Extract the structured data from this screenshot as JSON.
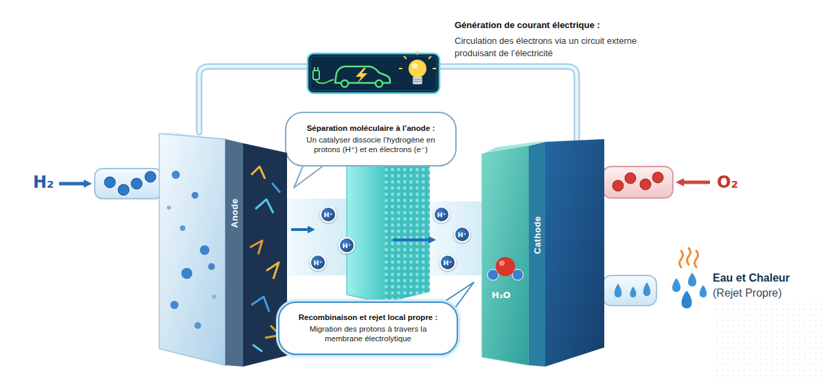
{
  "diagram": {
    "nodes": [
      {
        "text": [
          "Séparation moléculaire à l’anode :",
          "Un catalyser dissocie l’hydrogène en protons (H⁺) et en électrons (e⁻)"
        ]
      },
      {
        "text": [
          "Anode"
        ]
      },
      {
        "text": [
          "Cathode"
        ]
      },
      {
        "text": [
          "H⁺"
        ]
      },
      {
        "text": [
          "H⁺"
        ]
      },
      {
        "text": [
          "H⁺"
        ]
      },
      {
        "text": [
          "H⁺"
        ]
      },
      {
        "text": [
          "H⁺"
        ]
      },
      {
        "text": [
          "H⁺"
        ]
      },
      {
        "text": [
          "Recombinaison et rejet local propre :",
          "Migration des protons à travers la membrane électrolytique"
        ]
      }
    ],
    "edges": [
      {
        "from": 1,
        "to": 2,
        "arrow": "none"
      }
    ],
    "labels": [
      "Génération de courant électrique :",
      "Circulation des électrons via un circuit externe produisant de l’électricité",
      "H₂",
      "O₂",
      "H₂O",
      "Eau et Chaleur",
      "(Rejet Propre)"
    ]
  }
}
